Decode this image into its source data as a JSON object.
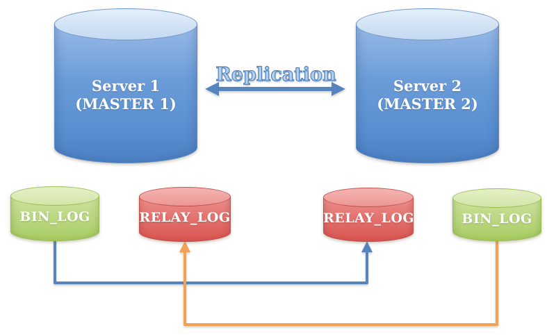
{
  "nodes": {
    "server1": {
      "line1": "Server 1",
      "line2": "(MASTER 1)"
    },
    "server2": {
      "line1": "Server 2",
      "line2": "(MASTER 2)"
    },
    "binlog1": {
      "label": "BIN_LOG"
    },
    "relaylog1": {
      "label": "RELAY_LOG"
    },
    "relaylog2": {
      "label": "RELAY_LOG"
    },
    "binlog2": {
      "label": "BIN_LOG"
    }
  },
  "replication": {
    "label": "Replication"
  },
  "connectors": [
    {
      "name": "replication-arrow",
      "from": "server1",
      "to": "server2",
      "style": "double-headed",
      "color_key": "blue_arrow"
    },
    {
      "name": "binlog1-to-relaylog2",
      "from": "binlog1",
      "to": "relaylog2",
      "style": "elbow-up-arrow",
      "color_key": "blue_arrow"
    },
    {
      "name": "binlog2-to-relaylog1",
      "from": "binlog2",
      "to": "relaylog1",
      "style": "elbow-up-arrow",
      "color_key": "orange_arrow"
    }
  ],
  "colors": {
    "blue_arrow": "#5585BC",
    "orange_arrow": "#F2A156",
    "server_fill": "#5E91D0",
    "server_border": "#5E8FC4",
    "bin_log_fill": "#B5D377",
    "bin_log_border": "#9CBD52",
    "relay_log_fill": "#E06561",
    "relay_log_border": "#C1504E",
    "replication_text_fill": "#B3CFEC",
    "replication_text_outline": "#4F81BD",
    "label_text": "#FFFFFF"
  }
}
